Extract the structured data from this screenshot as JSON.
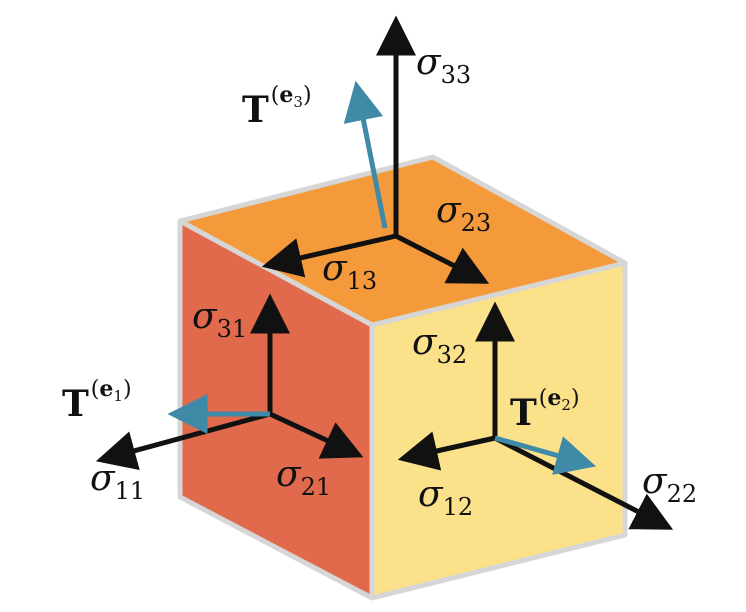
{
  "colors": {
    "top_face": "#f49a3a",
    "left_face": "#e26a4c",
    "right_face": "#fbe18a",
    "edges": "#d6d6d6",
    "stress_arrow": "#111111",
    "traction_arrow": "#3f8aa6"
  },
  "labels": {
    "sigma_symbol": "σ",
    "bold_T": "T",
    "paren_open": "(",
    "paren_close": ")",
    "e": "e",
    "s33": "33",
    "s23": "23",
    "s13": "13",
    "s31": "31",
    "s21": "21",
    "s11": "11",
    "s32": "32",
    "s12": "12",
    "s22": "22",
    "e1": "1",
    "e2": "2",
    "e3": "3"
  }
}
